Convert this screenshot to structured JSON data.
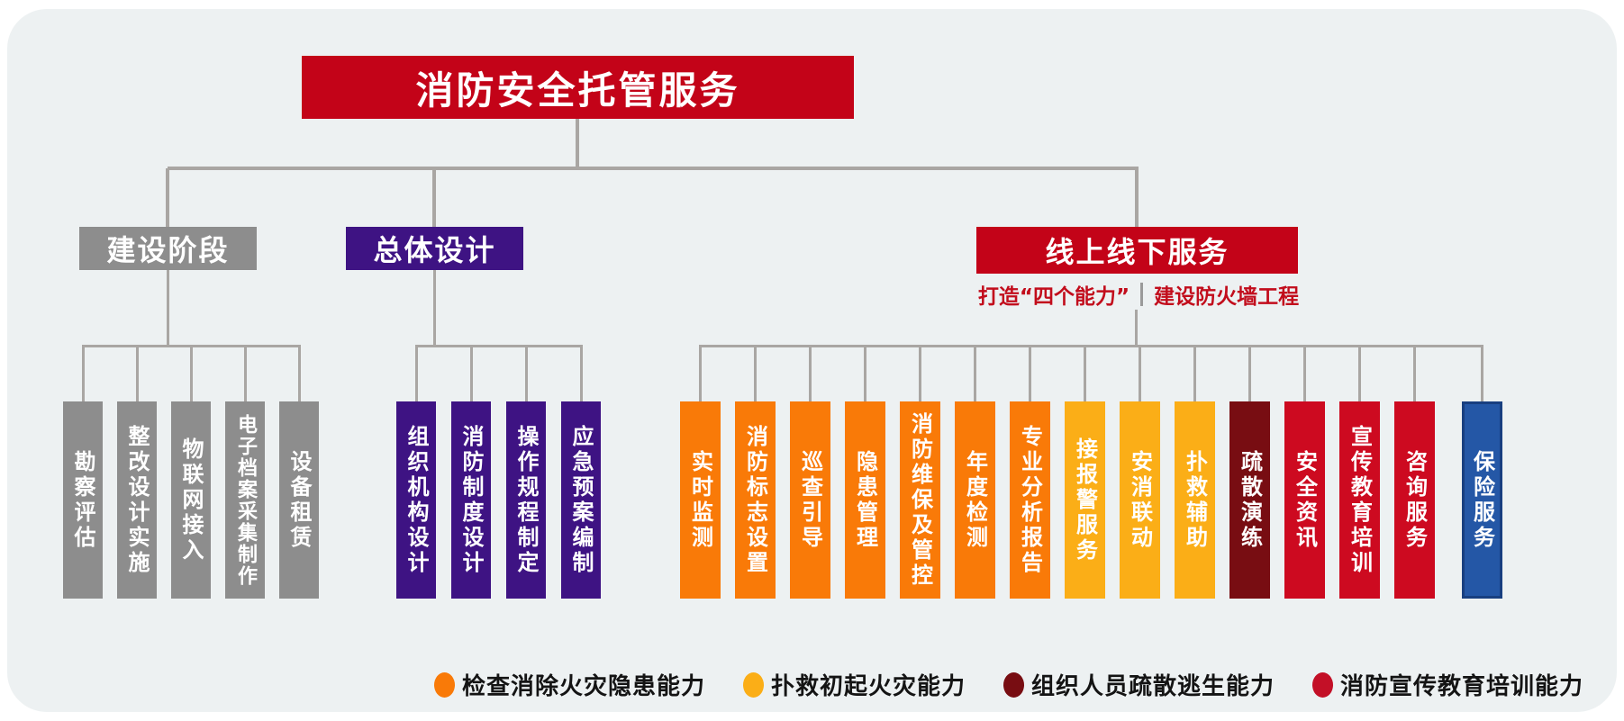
{
  "title": {
    "text": "消防安全托管服务",
    "bg": "#c30318"
  },
  "connector_color": "#a9a6a3",
  "panel_bg": "#edf1f2",
  "groups": [
    {
      "id": "construction-phase",
      "header": {
        "text": "建设阶段",
        "bg": "#8d8d8d"
      },
      "items": [
        {
          "label": "勘察评估",
          "bg": "#8d8d8d"
        },
        {
          "label": "整改设计实施",
          "bg": "#8d8d8d"
        },
        {
          "label": "物联网接入",
          "bg": "#8d8d8d"
        },
        {
          "label": "电子档案采集制作",
          "bg": "#8d8d8d"
        },
        {
          "label": "设备租赁",
          "bg": "#8d8d8d"
        }
      ]
    },
    {
      "id": "overall-design",
      "header": {
        "text": "总体设计",
        "bg": "#3e1383"
      },
      "items": [
        {
          "label": "组织机构设计",
          "bg": "#3e1383"
        },
        {
          "label": "消防制度设计",
          "bg": "#3e1383"
        },
        {
          "label": "操作规程制定",
          "bg": "#3e1383"
        },
        {
          "label": "应急预案编制",
          "bg": "#3e1383"
        }
      ]
    },
    {
      "id": "online-offline-services",
      "header": {
        "text": "线上线下服务",
        "bg": "#c30318"
      },
      "subtitle": {
        "left": "打造“四个能力”",
        "right": "建设防火墙工程"
      },
      "items": [
        {
          "label": "实时监测",
          "bg": "#f97a08"
        },
        {
          "label": "消防标志设置",
          "bg": "#f97a08"
        },
        {
          "label": "巡查引导",
          "bg": "#f97a08"
        },
        {
          "label": "隐患管理",
          "bg": "#f97a08"
        },
        {
          "label": "消防维保及管控",
          "bg": "#f97a08"
        },
        {
          "label": "年度检测",
          "bg": "#f97a08"
        },
        {
          "label": "专业分析报告",
          "bg": "#f97a08"
        },
        {
          "label": "接报警服务",
          "bg": "#fbae17"
        },
        {
          "label": "安消联动",
          "bg": "#fbae17"
        },
        {
          "label": "扑救辅助",
          "bg": "#fbae17"
        },
        {
          "label": "疏散演练",
          "bg": "#780d12"
        },
        {
          "label": "安全资讯",
          "bg": "#cd0a20"
        },
        {
          "label": "宣传教育培训",
          "bg": "#cd0a20"
        },
        {
          "label": "咨询服务",
          "bg": "#cd0a20"
        },
        {
          "label": "保险服务",
          "bg": "#2457a6",
          "border": "#183f80",
          "extra_gap": true
        }
      ]
    }
  ],
  "legend": [
    {
      "label": "检查消除火灾隐患能力",
      "color": "#f97a08"
    },
    {
      "label": "扑救初起火灾能力",
      "color": "#fbae17"
    },
    {
      "label": "组织人员疏散逃生能力",
      "color": "#780d12"
    },
    {
      "label": "消防宣传教育培训能力",
      "color": "#c31027"
    }
  ]
}
